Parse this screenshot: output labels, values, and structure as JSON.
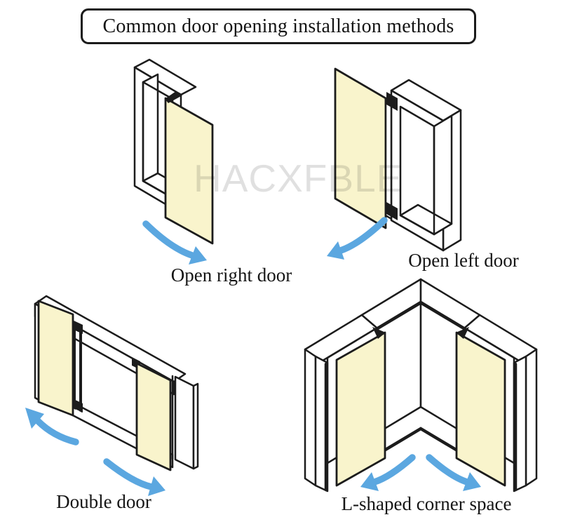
{
  "title": "Common door opening installation methods",
  "watermark": "HACXFBLE",
  "colors": {
    "door_fill": "#F9F4CC",
    "arrow_blue": "#5BA7E0",
    "line_color": "#1C1C1C",
    "watermark_gray": "rgba(0,0,0,0.12)",
    "background": "#FFFFFF"
  },
  "diagrams": [
    {
      "id": "open-right-door",
      "label": "Open right door"
    },
    {
      "id": "open-left-door",
      "label": "Open left door"
    },
    {
      "id": "double-door",
      "label": "Double door"
    },
    {
      "id": "l-shaped-corner-space",
      "label": "L-shaped corner space"
    }
  ]
}
